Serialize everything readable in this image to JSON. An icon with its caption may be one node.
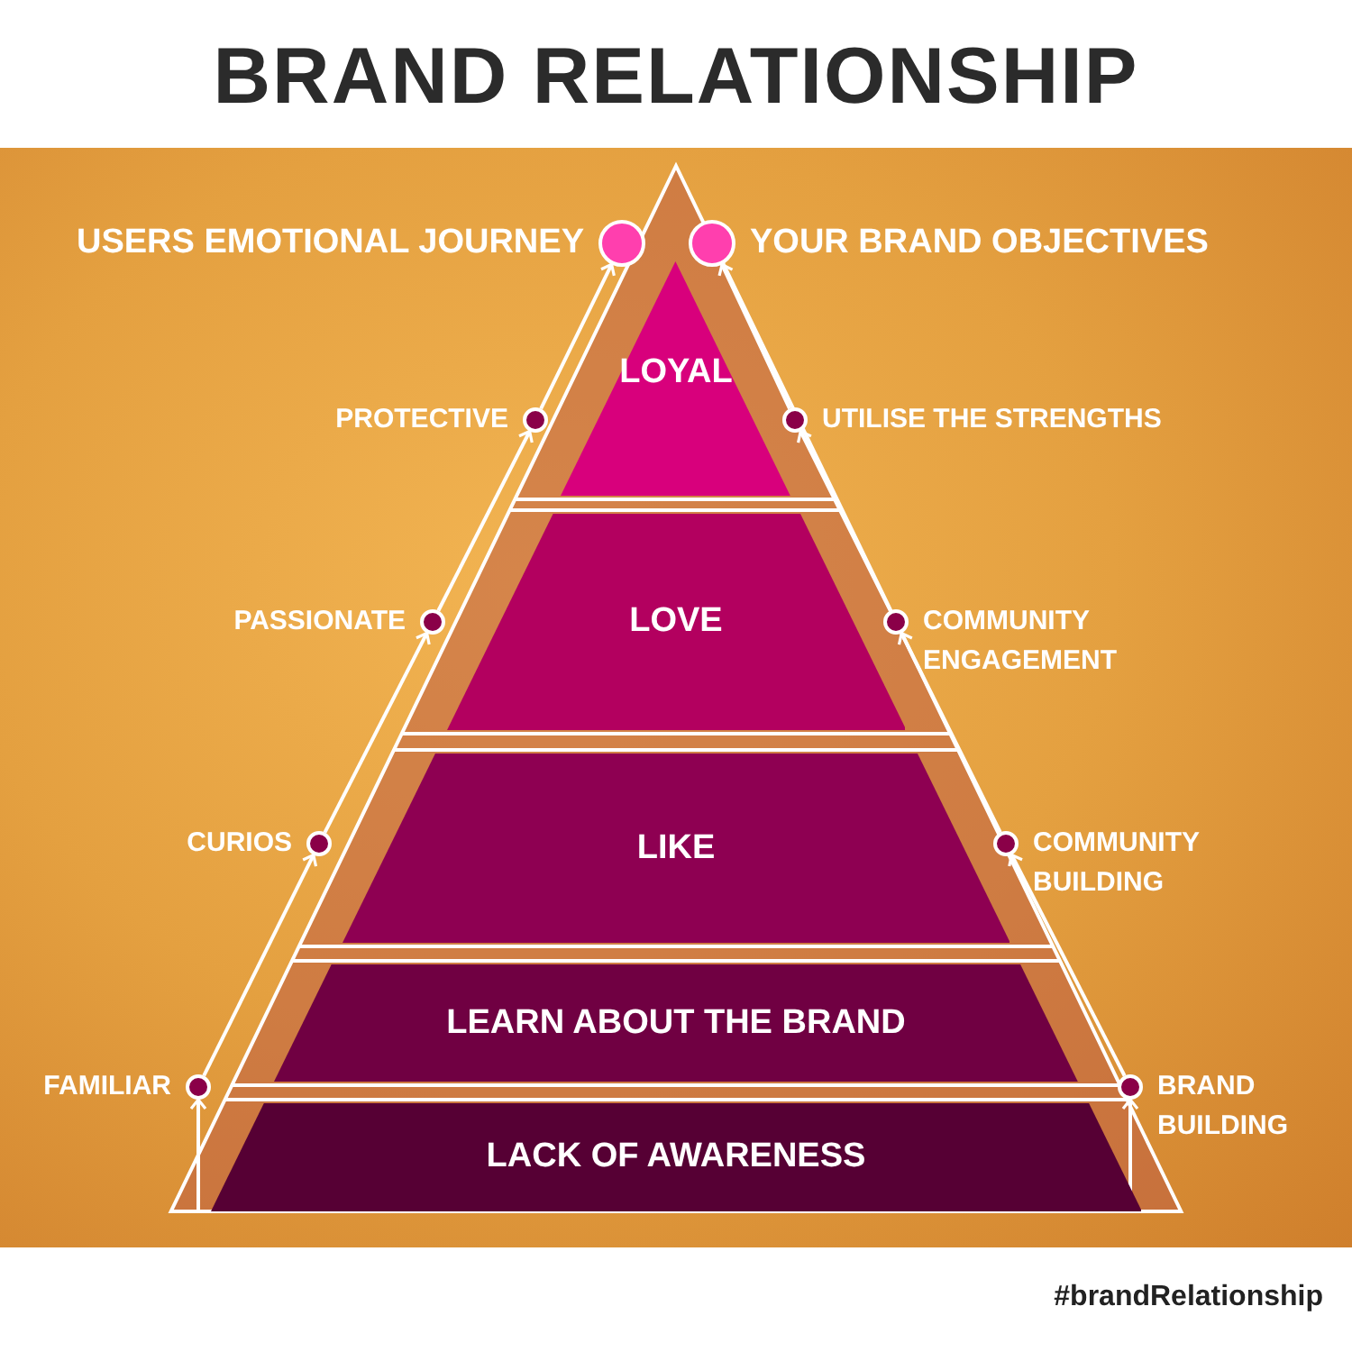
{
  "diagram": {
    "title": "BRAND RELATIONSHIP",
    "nodes": [
      {
        "text": [
          "USERS EMOTIONAL JOURNEY"
        ]
      },
      {
        "text": [
          "YOUR BRAND OBJECTIVES"
        ]
      },
      {
        "text": [
          "LOYAL"
        ]
      },
      {
        "text": [
          "PROTECTIVE"
        ]
      },
      {
        "text": [
          "UTILISE THE STRENGTHS"
        ]
      },
      {
        "text": [
          "LOVE"
        ]
      },
      {
        "text": [
          "PASSIONATE"
        ]
      },
      {
        "text": [
          "COMMUNITY ENGAGEMENT"
        ]
      },
      {
        "text": [
          "LIKE"
        ]
      },
      {
        "text": [
          "CURIOS"
        ]
      },
      {
        "text": [
          "COMMUNITY BUILDING"
        ]
      },
      {
        "text": [
          "LEARN ABOUT THE BRAND"
        ]
      },
      {
        "text": [
          "FAMILIAR"
        ]
      },
      {
        "text": [
          "BRAND BUILDING"
        ]
      },
      {
        "text": [
          "LACK OF AWARENESS"
        ]
      }
    ],
    "edges": [
      {
        "from": 14,
        "to": 12,
        "arrow": "to"
      },
      {
        "from": 12,
        "to": 9,
        "arrow": "to"
      },
      {
        "from": 9,
        "to": 6,
        "arrow": "to"
      },
      {
        "from": 6,
        "to": 3,
        "arrow": "to"
      },
      {
        "from": 3,
        "to": 0,
        "arrow": "to"
      },
      {
        "from": 14,
        "to": 13,
        "arrow": "to"
      },
      {
        "from": 13,
        "to": 10,
        "arrow": "to"
      },
      {
        "from": 10,
        "to": 7,
        "arrow": "to"
      },
      {
        "from": 7,
        "to": 4,
        "arrow": "to"
      },
      {
        "from": 4,
        "to": 1,
        "arrow": "to"
      }
    ],
    "labels": [
      "#brandRelationship"
    ]
  }
}
